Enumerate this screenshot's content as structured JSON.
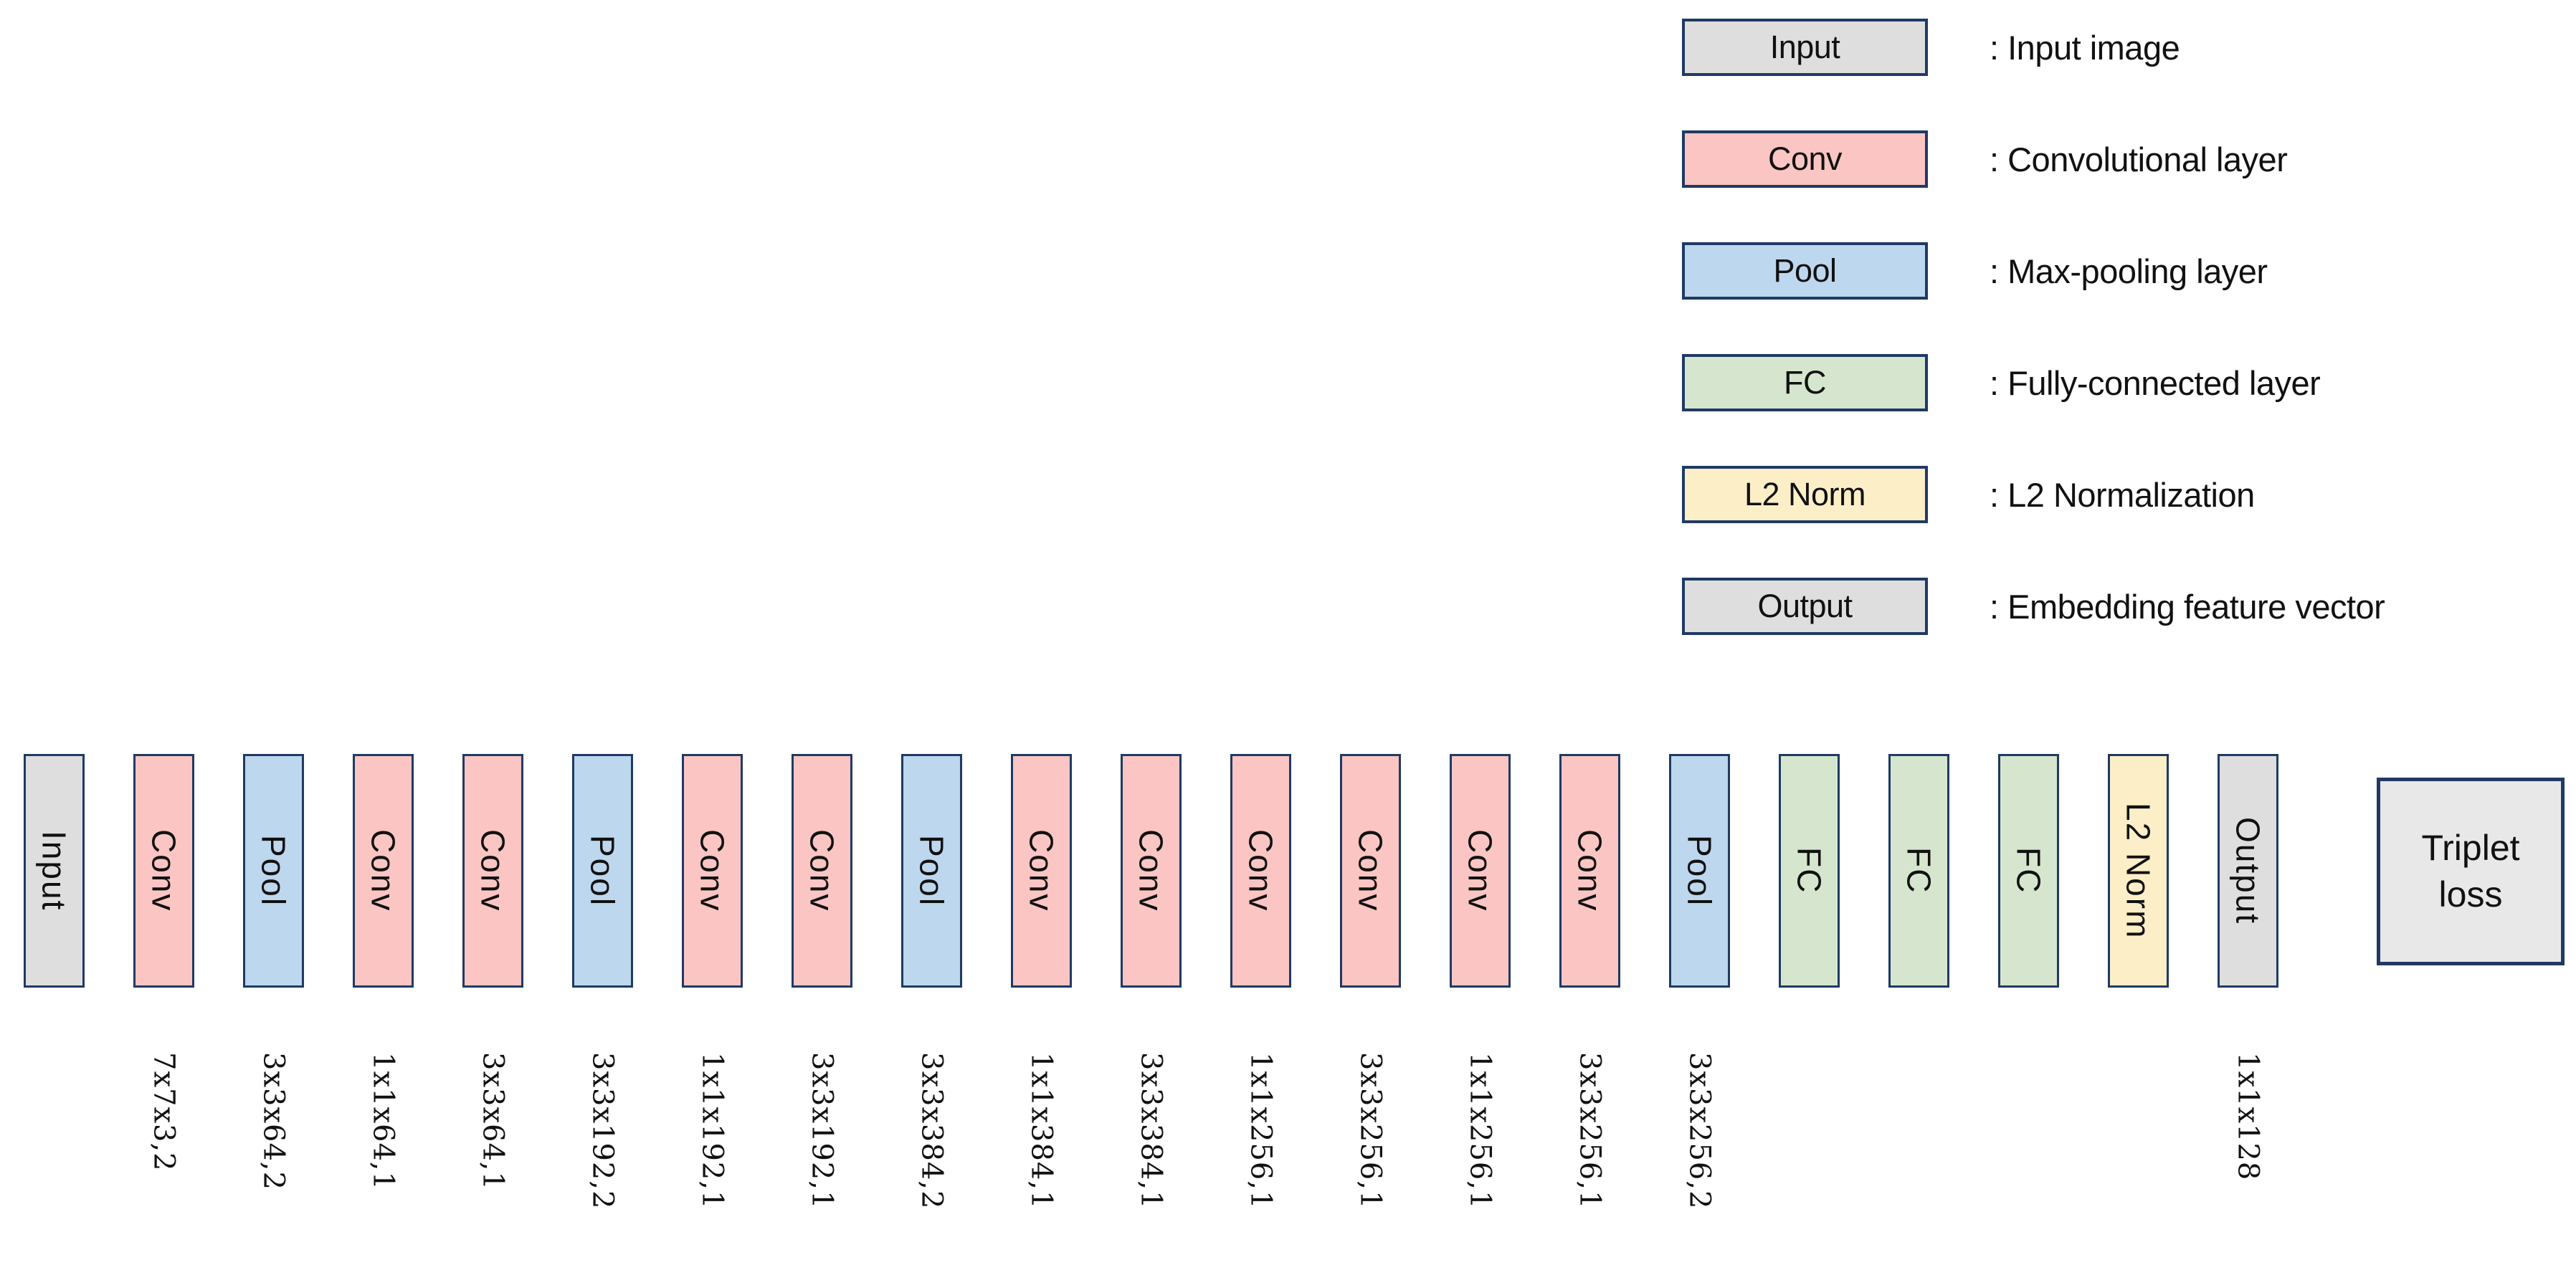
{
  "colors": {
    "border": "#1f3a64",
    "input": "#dedede",
    "conv": "#fac5c3",
    "pool": "#bdd7ee",
    "fc": "#d6e6ce",
    "l2": "#fcefc7",
    "output": "#dedede",
    "loss": "#e8e8e8"
  },
  "legend": {
    "items": [
      {
        "key": "input",
        "label": "Input",
        "desc": ": Input image"
      },
      {
        "key": "conv",
        "label": "Conv",
        "desc": ": Convolutional layer"
      },
      {
        "key": "pool",
        "label": "Pool",
        "desc": ": Max-pooling layer"
      },
      {
        "key": "fc",
        "label": "FC",
        "desc": ": Fully-connected layer"
      },
      {
        "key": "l2",
        "label": "L2 Norm",
        "desc": ": L2 Normalization"
      },
      {
        "key": "output",
        "label": "Output",
        "desc": ": Embedding feature vector"
      }
    ]
  },
  "pipeline": {
    "blocks": [
      {
        "key": "input",
        "label": "Input",
        "dims": ""
      },
      {
        "key": "conv",
        "label": "Conv",
        "dims": "7x7x3,2"
      },
      {
        "key": "pool",
        "label": "Pool",
        "dims": "3x3x64,2"
      },
      {
        "key": "conv",
        "label": "Conv",
        "dims": "1x1x64,1"
      },
      {
        "key": "conv",
        "label": "Conv",
        "dims": "3x3x64,1"
      },
      {
        "key": "pool",
        "label": "Pool",
        "dims": "3x3x192,2"
      },
      {
        "key": "conv",
        "label": "Conv",
        "dims": "1x1x192,1"
      },
      {
        "key": "conv",
        "label": "Conv",
        "dims": "3x3x192,1"
      },
      {
        "key": "pool",
        "label": "Pool",
        "dims": "3x3x384,2"
      },
      {
        "key": "conv",
        "label": "Conv",
        "dims": "1x1x384,1"
      },
      {
        "key": "conv",
        "label": "Conv",
        "dims": "3x3x384,1"
      },
      {
        "key": "conv",
        "label": "Conv",
        "dims": "1x1x256,1"
      },
      {
        "key": "conv",
        "label": "Conv",
        "dims": "3x3x256,1"
      },
      {
        "key": "conv",
        "label": "Conv",
        "dims": "1x1x256,1"
      },
      {
        "key": "conv",
        "label": "Conv",
        "dims": "3x3x256,1"
      },
      {
        "key": "pool",
        "label": "Pool",
        "dims": "3x3x256,2"
      },
      {
        "key": "fc",
        "label": "FC",
        "dims": ""
      },
      {
        "key": "fc",
        "label": "FC",
        "dims": ""
      },
      {
        "key": "fc",
        "label": "FC",
        "dims": ""
      },
      {
        "key": "l2",
        "label": "L2 Norm",
        "dims": ""
      },
      {
        "key": "output",
        "label": "Output",
        "dims": "1x1x128"
      }
    ],
    "loss_lines": [
      "Triplet",
      "loss"
    ]
  }
}
